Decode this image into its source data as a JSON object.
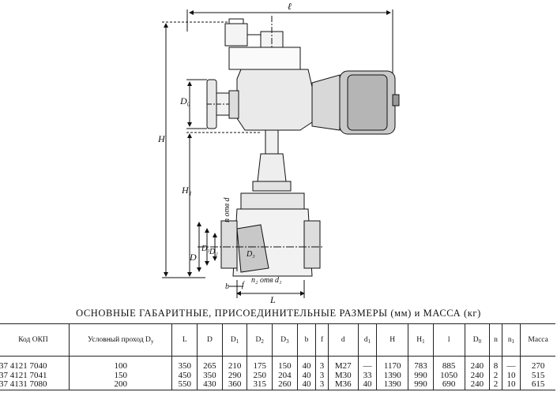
{
  "drawing": {
    "dim_labels": {
      "l": "ℓ",
      "H": "H",
      "H1": "H₁",
      "D0": "D₀",
      "D": "D",
      "D1": "D₁",
      "D2": "D₂",
      "D3": "D₃",
      "n_otv_d": "n отв d",
      "n2_otv_d1": "n₂ отв d₁",
      "b": "b",
      "f": "f",
      "L": "L"
    }
  },
  "title": "ОСНОВНЫЕ ГАБАРИТНЫЕ, ПРИСОЕДИНИТЕЛЬНЫЕ РАЗМЕРЫ (мм) и МАССА (кг)",
  "table": {
    "headers": [
      {
        "main": "Код ОКП",
        "sub": ""
      },
      {
        "main": "Условный проход D",
        "sub": "y"
      },
      {
        "main": "L",
        "sub": ""
      },
      {
        "main": "D",
        "sub": ""
      },
      {
        "main": "D",
        "sub": "1"
      },
      {
        "main": "D",
        "sub": "2"
      },
      {
        "main": "D",
        "sub": "3"
      },
      {
        "main": "b",
        "sub": ""
      },
      {
        "main": "f",
        "sub": ""
      },
      {
        "main": "d",
        "sub": ""
      },
      {
        "main": "d",
        "sub": "1"
      },
      {
        "main": "H",
        "sub": ""
      },
      {
        "main": "H",
        "sub": "1"
      },
      {
        "main": "l",
        "sub": ""
      },
      {
        "main": "D",
        "sub": "0"
      },
      {
        "main": "n",
        "sub": ""
      },
      {
        "main": "n",
        "sub": "1"
      },
      {
        "main": "Масса",
        "sub": ""
      }
    ],
    "rows": [
      [
        "37 4121 7040",
        "100",
        "350",
        "265",
        "210",
        "175",
        "150",
        "40",
        "3",
        "M27",
        "—",
        "1170",
        "783",
        "885",
        "240",
        "8",
        "—",
        "270"
      ],
      [
        "37 4121 7041",
        "150",
        "450",
        "350",
        "290",
        "250",
        "204",
        "40",
        "3",
        "M30",
        "33",
        "1390",
        "990",
        "1050",
        "240",
        "2",
        "10",
        "515"
      ],
      [
        "37 4131 7080",
        "200",
        "550",
        "430",
        "360",
        "315",
        "260",
        "40",
        "3",
        "M36",
        "40",
        "1390",
        "990",
        "690",
        "240",
        "2",
        "10",
        "615"
      ]
    ]
  }
}
